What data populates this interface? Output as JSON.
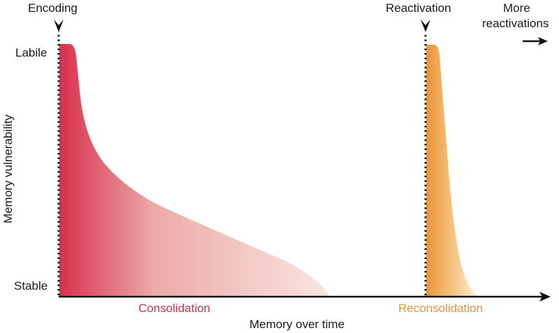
{
  "labels": {
    "encoding": "Encoding",
    "reactivation": "Reactivation",
    "more_reactivations_1": "More",
    "more_reactivations_2": "reactivations",
    "labile": "Labile",
    "stable": "Stable",
    "y_axis": "Memory vulnerability",
    "x_axis": "Memory over time",
    "consolidation": "Consolidation",
    "reconsolidation": "Reconsolidation"
  },
  "colors": {
    "consolidation": "#d9304c",
    "consolidation_light": "#f7dcd6",
    "reconsolidation": "#eb9535",
    "reconsolidation_light": "#fcecd0",
    "axis": "#111111"
  }
}
